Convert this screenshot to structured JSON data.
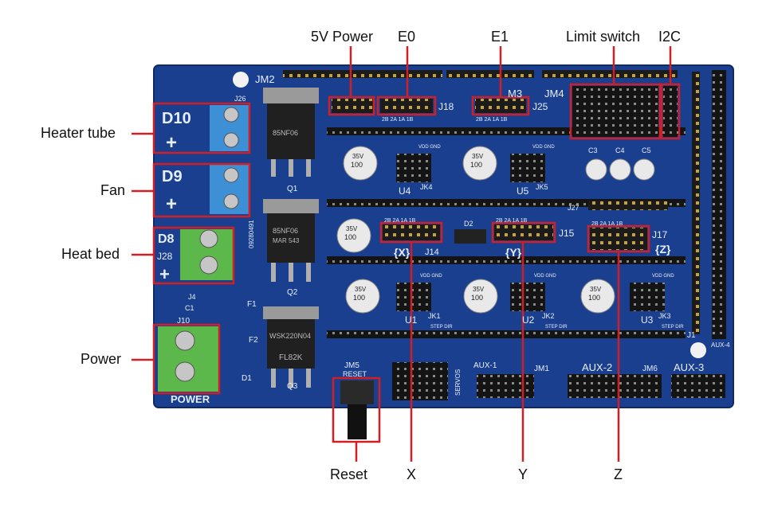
{
  "labels": {
    "heater_tube": "Heater tube",
    "fan": "Fan",
    "heat_bed": "Heat bed",
    "power": "Power",
    "five_v_power": "5V Power",
    "e0": "E0",
    "e1": "E1",
    "limit_switch": "Limit switch",
    "i2c": "I2C",
    "reset": "Reset",
    "x": "X",
    "y": "Y",
    "z": "Z"
  },
  "board": {
    "terminal_d10": "D10",
    "terminal_d9": "D9",
    "terminal_d8": "D8",
    "terminal_j28": "J28",
    "plus": "+",
    "power_silk": "POWER",
    "jm2": "JM2",
    "jm4": "JM4",
    "jm3": "M3",
    "jm5": "JM5",
    "jm5_reset": "RESET",
    "jm1": "JM1",
    "jm6": "JM6",
    "j25": "J25",
    "j18": "J18",
    "j15": "J15",
    "j14": "J14",
    "j17": "J17",
    "j27": "J27",
    "j10": "J10",
    "j4": "J4",
    "j26": "J26",
    "j1": "J1",
    "aux1": "AUX-1",
    "aux2": "AUX-2",
    "aux3": "AUX-3",
    "aux4": "AUX-4",
    "servos": "SERVOS",
    "u1": "U1",
    "u2": "U2",
    "u3": "U3",
    "u4": "U4",
    "u5": "U5",
    "jk1": "JK1",
    "jk2": "JK2",
    "jk3": "JK3",
    "jk4": "JK4",
    "jk5": "JK5",
    "axis_x": "{X}",
    "axis_y": "{Y}",
    "axis_z": "{Z}",
    "cap_value": "100",
    "cap_voltage": "35V",
    "mosfet_1": "85NF06",
    "mosfet_2": "85NF06",
    "mosfet_3": "WSK220N04",
    "mosfet_3_sub": "FL82K",
    "mosfet_2_line2": "MAR 543",
    "serial": "09280491",
    "q1": "Q1",
    "q2": "Q2",
    "q3": "Q3",
    "d1": "D1",
    "d2": "D2",
    "f1": "F1",
    "f2": "F2",
    "c1": "C1",
    "c3": "C3",
    "c4": "C4",
    "c5": "C5",
    "pins_2b2a1a1b": "2B 2A 1A 1B",
    "vdd_gnd": "VDD GND",
    "step_dir": "STEP DIR"
  },
  "colors": {
    "board_blue": "#1a3f8f",
    "highlight_red": "#d11f26",
    "terminal_blue": "#3d8fd6",
    "terminal_green": "#5cb84a",
    "header_black": "#1b1b1b"
  }
}
